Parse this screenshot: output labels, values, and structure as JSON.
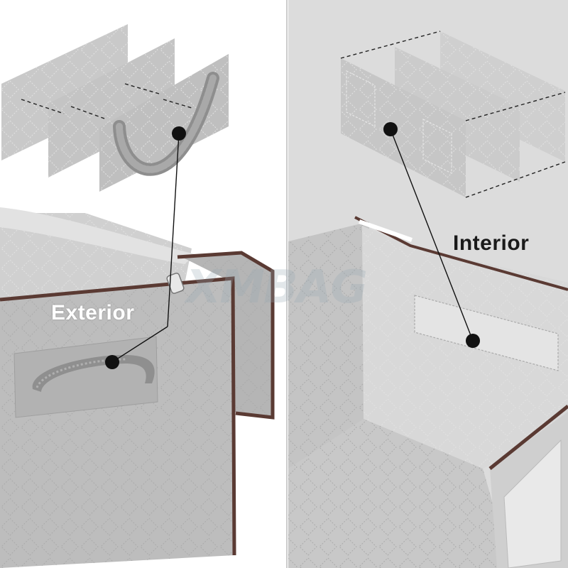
{
  "labels": {
    "exterior": "Exterior",
    "interior": "Interior"
  },
  "watermark": {
    "text": "XMBAG"
  },
  "colors": {
    "fabric": "#bdbdbd",
    "fabric_light": "#d6d6d6",
    "trim": "#5a3a33",
    "background_left": "#ffffff",
    "background_right": "#dcdcdc",
    "pointer": "#111111"
  }
}
